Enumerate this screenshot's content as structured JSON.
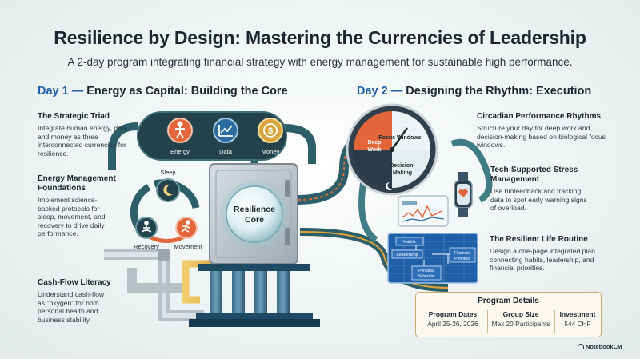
{
  "title": "Resilience by Design: Mastering the Currencies of Leadership",
  "subtitle": "A 2-day program integrating financial strategy with energy management for sustainable high performance.",
  "day1": {
    "num": "Day 1 —",
    "rest": "Energy as Capital: Building the Core",
    "blocks": [
      {
        "heading": "The Strategic Triad",
        "body": "Integrate human energy, data, and money as three interconnected currencies for resilience."
      },
      {
        "heading": "Energy Management Foundations",
        "body": "Implement science-backed protocols for sleep, movement, and recovery to drive daily performance."
      },
      {
        "heading": "Cash-Flow Literacy",
        "body": "Understand cash-flow as \"oxygen\" for both personal health and business stability."
      }
    ]
  },
  "day2": {
    "num": "Day 2 —",
    "rest": "Designing the Rhythm: Execution",
    "blocks": [
      {
        "heading": "Circadian Performance Rhythms",
        "body": "Structure your day for deep work and decision-making based on biological focus windows."
      },
      {
        "heading": "Tech-Supported Stress Management",
        "body": "Use biofeedback and tracking data to spot early warning signs of overload."
      },
      {
        "heading": "The Resilient Life Routine",
        "body": "Design a one-page integrated plan connecting habits, leadership, and financial priorities."
      }
    ]
  },
  "graphic": {
    "triad": [
      "Energy",
      "Data",
      "Money"
    ],
    "cycle": [
      "Sleep",
      "Recovery",
      "Movement"
    ],
    "core": [
      "Resilience",
      "Core"
    ],
    "clock": {
      "top": "Focus Windows",
      "left1": "Deep",
      "left2": "Work",
      "bottom1": "Decision-",
      "bottom2": "Making"
    },
    "plan": {
      "habits": "Habits",
      "leadership": "Leadership",
      "financial1": "Financial",
      "financial2": "Priorities",
      "personal1": "Personal",
      "personal2": "Schedule"
    }
  },
  "details": {
    "heading": "Program Details",
    "items": [
      {
        "label": "Program Dates",
        "value": "April 25-26, 2026"
      },
      {
        "label": "Group Size",
        "value": "Max 20 Participants"
      },
      {
        "label": "Investment",
        "value": "544 CHF"
      }
    ]
  },
  "brand": "NotebookLM",
  "colors": {
    "accent": "#1f5fa8",
    "teal": "#2f6b73",
    "orange": "#e3663a",
    "gold": "#d9a53c",
    "navy": "#1b2630"
  }
}
